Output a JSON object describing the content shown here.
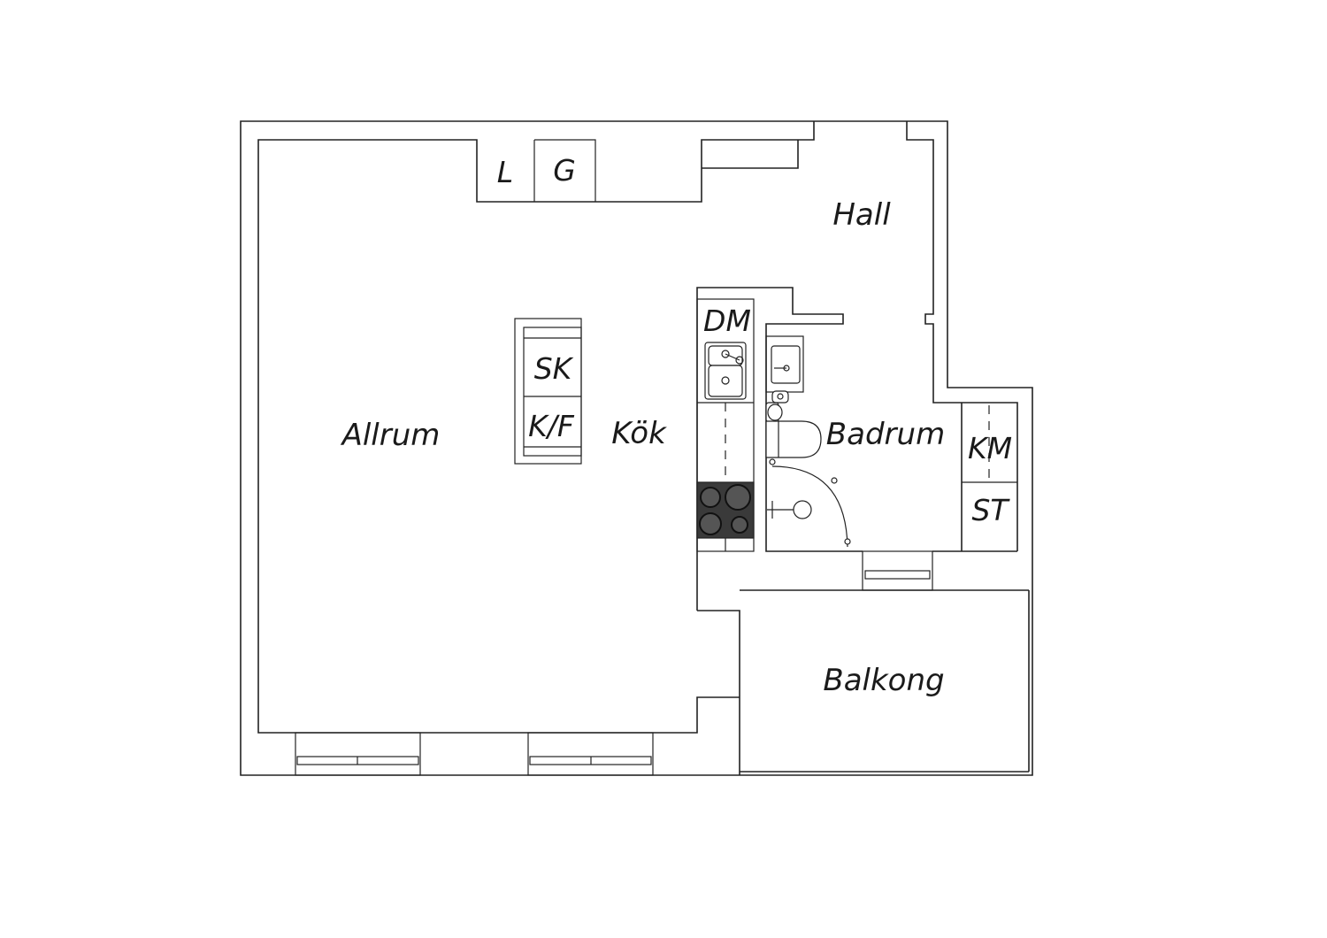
{
  "rooms": {
    "allrum": "Allrum",
    "kok": "Kök",
    "hall": "Hall",
    "badrum": "Badrum",
    "balkong": "Balkong"
  },
  "fixtures": {
    "l": "L",
    "g": "G",
    "sk": "SK",
    "kf": "K/F",
    "dm": "DM",
    "km": "KM",
    "st": "ST"
  },
  "colors": {
    "line": "#222222",
    "hob": "#3a3a3a",
    "background": "#ffffff"
  }
}
